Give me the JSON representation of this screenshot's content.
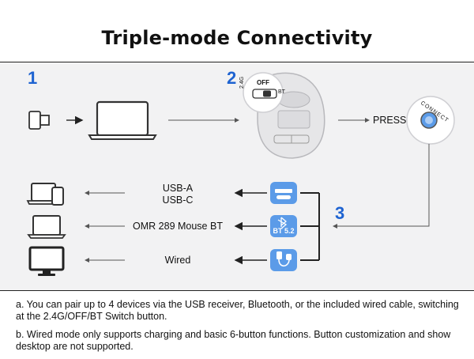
{
  "title": "Triple-mode Connectivity",
  "steps": {
    "one": "1",
    "two": "2",
    "three": "3"
  },
  "switch": {
    "off": "OFF",
    "g24": "2.4G",
    "bt": "BT"
  },
  "press_label": "PRESS",
  "connect_label": "CONNECT",
  "outputs": {
    "usb_a": "USB-A",
    "usb_c": "USB-C",
    "bluetooth": "OMR 289 Mouse BT",
    "wired": "Wired"
  },
  "bt_badge": "BT 5.2",
  "notes": {
    "a": "a. You can pair up to 4 devices via the USB receiver, Bluetooth, or the included wired cable, switching at the 2.4G/OFF/BT Switch button.",
    "b": "b. Wired mode only supports charging and basic 6-button functions. Button customization and show desktop are not supported."
  },
  "colors": {
    "accent": "#1e63d1",
    "icon_blue": "#5b9be8",
    "panel": "#f2f2f3"
  }
}
